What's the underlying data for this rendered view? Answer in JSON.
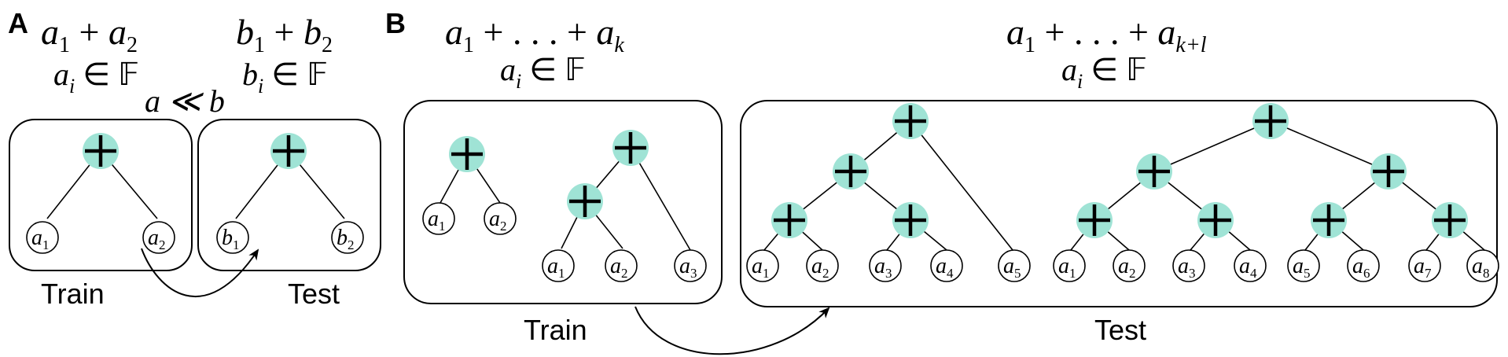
{
  "panel_a": {
    "letter": "A",
    "train": {
      "expr": {
        "v1": "a",
        "s1": "1",
        "op": " + ",
        "v2": "a",
        "s2": "2"
      },
      "domain": {
        "v": "a",
        "s": "i",
        "rest": " ∈ 𝔽"
      },
      "leaves": [
        {
          "v": "a",
          "s": "1"
        },
        {
          "v": "a",
          "s": "2"
        }
      ],
      "label": "Train"
    },
    "test": {
      "expr": {
        "v1": "b",
        "s1": "1",
        "op": " + ",
        "v2": "b",
        "s2": "2"
      },
      "domain": {
        "v": "b",
        "s": "i",
        "rest": " ∈ 𝔽"
      },
      "leaves": [
        {
          "v": "b",
          "s": "1"
        },
        {
          "v": "b",
          "s": "2"
        }
      ],
      "label": "Test"
    },
    "relation": "a ≪ b"
  },
  "panel_b": {
    "letter": "B",
    "train": {
      "expr": {
        "v1": "a",
        "s1": "1",
        "mid": " + . . . + ",
        "v2": "a",
        "s2": "k"
      },
      "domain": {
        "v": "a",
        "s": "i",
        "rest": " ∈ 𝔽"
      },
      "leaves": [
        {
          "v": "a",
          "s": "1"
        },
        {
          "v": "a",
          "s": "2"
        },
        {
          "v": "a",
          "s": "1"
        },
        {
          "v": "a",
          "s": "2"
        },
        {
          "v": "a",
          "s": "3"
        }
      ],
      "label": "Train"
    },
    "test": {
      "expr": {
        "v1": "a",
        "s1": "1",
        "mid": " + . . . + ",
        "v2": "a",
        "s2": "k+l"
      },
      "domain": {
        "v": "a",
        "s": "i",
        "rest": " ∈ 𝔽"
      },
      "leaves": [
        {
          "v": "a",
          "s": "1"
        },
        {
          "v": "a",
          "s": "2"
        },
        {
          "v": "a",
          "s": "3"
        },
        {
          "v": "a",
          "s": "4"
        },
        {
          "v": "a",
          "s": "5"
        },
        {
          "v": "a",
          "s": "1"
        },
        {
          "v": "a",
          "s": "2"
        },
        {
          "v": "a",
          "s": "3"
        },
        {
          "v": "a",
          "s": "4"
        },
        {
          "v": "a",
          "s": "5"
        },
        {
          "v": "a",
          "s": "6"
        },
        {
          "v": "a",
          "s": "7"
        },
        {
          "v": "a",
          "s": "8"
        }
      ],
      "label": "Test"
    }
  },
  "colors": {
    "operator_node": "#9fe3d5",
    "stroke": "#000000"
  },
  "icons": {
    "operator": "plus-icon"
  }
}
